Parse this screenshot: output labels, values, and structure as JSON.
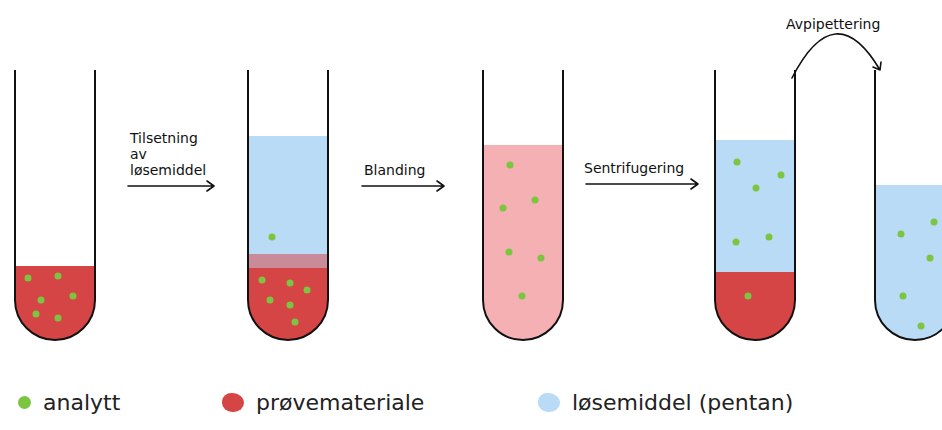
{
  "diagram": {
    "labels": [
      "Tilsetning av løsemiddel",
      "Blanding",
      "Sentrifugering",
      "Avpipettering"
    ],
    "legend": [
      {
        "text": "analytt",
        "color": "#7cc540"
      },
      {
        "text": "prøvemateriale",
        "color": "#d64545"
      },
      {
        "text": "løsemiddel (pentan)",
        "color": "#b9dbf5"
      }
    ]
  }
}
